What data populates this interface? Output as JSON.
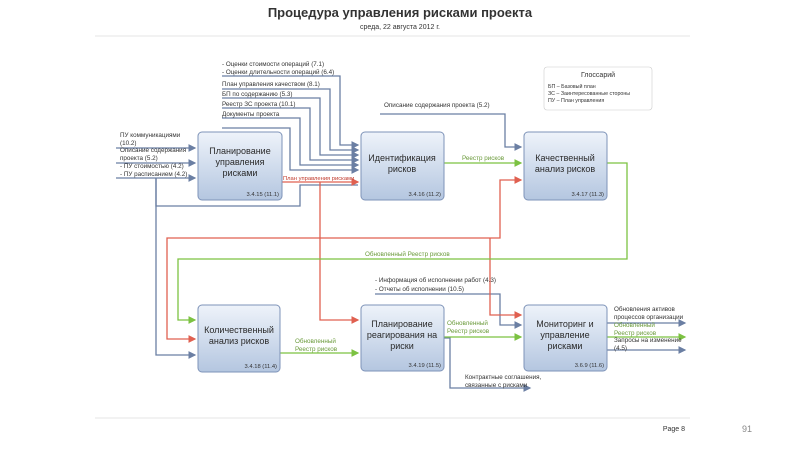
{
  "header": {
    "title": "Процедура управления рисками проекта",
    "date": "среда, 22 августа 2012 г."
  },
  "glossary": {
    "title": "Глоссарий",
    "items": [
      "БП – Базовый план",
      "ЗС – Заинтересованные стороны",
      "ПУ – План управления"
    ]
  },
  "boxes": [
    {
      "title": [
        "Планирование",
        "управления",
        "рисками"
      ],
      "code": "3.4.15 (11.1)"
    },
    {
      "title": [
        "Идентификация",
        "рисков"
      ],
      "code": "3.4.16 (11.2)"
    },
    {
      "title": [
        "Качественный",
        "анализ рисков"
      ],
      "code": "3.4.17 (11.3)"
    },
    {
      "title": [
        "Количественный",
        "анализ рисков"
      ],
      "code": "3.4.18 (11.4)"
    },
    {
      "title": [
        "Планирование",
        "реагирования на",
        "риски"
      ],
      "code": "3.4.19 (11.5)"
    },
    {
      "title": [
        "Мониторинг и",
        "управление",
        "рисками"
      ],
      "code": "3.6.9 (11.6)"
    }
  ],
  "labels": {
    "cost_est": "- Оценки стоимости операций (7.1)",
    "dur_est": "- Оценки длительности операций (6.4)",
    "quality_plan": "План управления качеством (8.1)",
    "scope_bl": "БП по содержанию (5.3)",
    "stake_reg": "Реестр ЗС проекта (10.1)",
    "proj_docs": "Документы проекта",
    "comm_plan": [
      "ПУ коммуникациями",
      "(10.2)"
    ],
    "scope_desc": [
      "Описание содержания",
      "проекта (5.2)"
    ],
    "cost_plan": "- ПУ стоимостью (4.2)",
    "sched_plan": "- ПУ расписанием (4.2)",
    "risk_plan": "План управления рисками",
    "scope_desc2": "Описание содержания проекта (5.2)",
    "risk_reg": "Реестр рисков",
    "upd_reg_long": "Обновленный Реестр рисков",
    "work_info": "- Информация об исполнении работ (4.3)",
    "perf_reports": "- Отчеты об исполнении (10.5)",
    "upd_reg": [
      "Обновленный",
      "Реестр рисков"
    ],
    "contracts": [
      "Контрактные соглашения,",
      "связанные с рисками"
    ],
    "opa_upd": [
      "Обновления активов",
      "процессов организации"
    ],
    "change_req": [
      "Запросы на изменение",
      "(4.5)"
    ]
  },
  "footer": {
    "page": "Page 8",
    "slide_number": "91"
  },
  "colors": {
    "box_fill": "#c8d6ea",
    "input": "#6b7fa3",
    "green": "#7cc242",
    "red": "#e06050"
  }
}
